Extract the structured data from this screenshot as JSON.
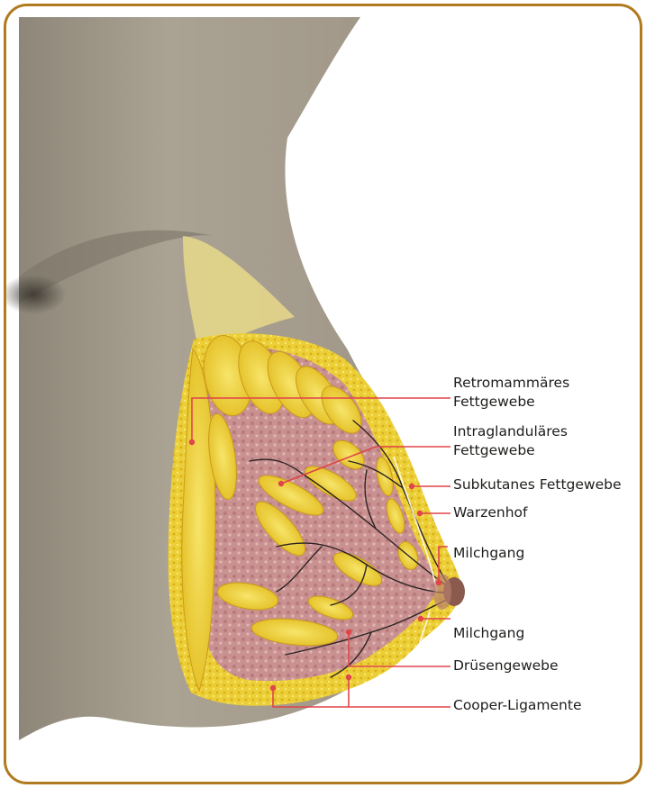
{
  "labels": [
    "Retromammäres\nFettgewebe",
    "Intraglanduläres\nFettgewebe",
    "Subkutanes Fettgewebe",
    "Warzenhof",
    "Milchgang",
    "Milchgang",
    "Drüsengewebe",
    "Cooper-Ligamente"
  ],
  "colors": {
    "frame": "#b07a1e",
    "leader_line": "#e0454a",
    "fat": "#f2d33a",
    "gland": "#c88f8f",
    "skin": "#a79e8f"
  }
}
